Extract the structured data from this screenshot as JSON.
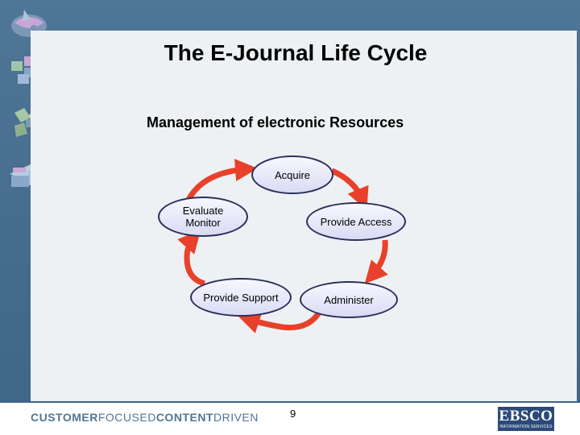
{
  "slide": {
    "title": "The E-Journal Life Cycle",
    "subtitle": "Management of electronic Resources"
  },
  "cycle": {
    "nodes": [
      {
        "id": "acquire",
        "label": "Acquire"
      },
      {
        "id": "provide-access",
        "label": "Provide Access"
      },
      {
        "id": "administer",
        "label": "Administer"
      },
      {
        "id": "provide-support",
        "label": "Provide Support"
      },
      {
        "id": "evaluate-monitor",
        "label": "Evaluate\nMonitor"
      }
    ],
    "arrow_color": "#e8402a"
  },
  "footer": {
    "tagline_part1": "CUSTOMER",
    "tagline_part2": "FOCUSED",
    "tagline_part3": "CONTENT",
    "tagline_part4": "DRIVEN",
    "page_number": "9",
    "logo_text": "EBSCO",
    "logo_subtext": "INFORMATION SERVICES"
  },
  "decorations": {
    "icons": [
      "globe-icon",
      "cube-icon",
      "molecule-icon",
      "books-icon"
    ]
  }
}
